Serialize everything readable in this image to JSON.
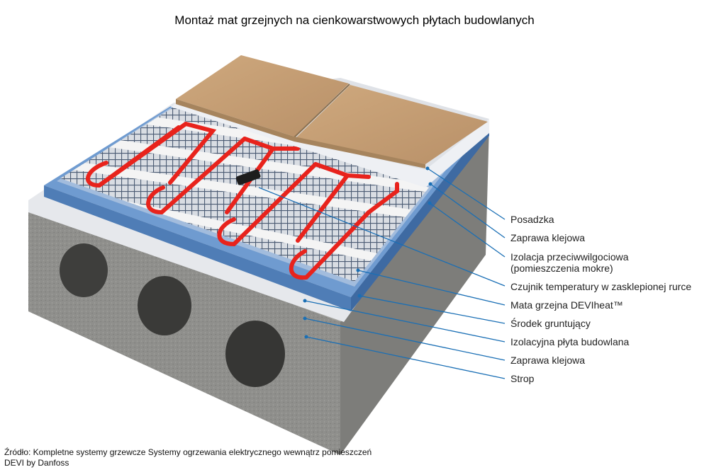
{
  "title": "Montaż mat grzejnych na cienkowarstwowych płytach budowlanych",
  "labels": [
    "Posadzka",
    "Zaprawa klejowa",
    "Izolacja przeciwwilgociowa",
    "(pomieszczenia mokre)",
    "Czujnik temperatury w zasklepionej rurce",
    "Mata grzejna DEVIheat™",
    "Środek gruntujący",
    "Izolacyjna płyta budowlana",
    "Zaprawa klejowa",
    "Strop"
  ],
  "source": {
    "line1": "Źródło: Kompletne systemy grzewcze Systemy ogrzewania elektrycznego wewnątrz pomieszczeń",
    "line2": "DEVI by Danfoss"
  },
  "colors": {
    "leader": "#1a6fb5",
    "tile": "#c8a57c",
    "mesh": "#4b5b73",
    "cable": "#e8231c",
    "board": "#5f8cc4",
    "concrete": "#8f8f8c"
  }
}
